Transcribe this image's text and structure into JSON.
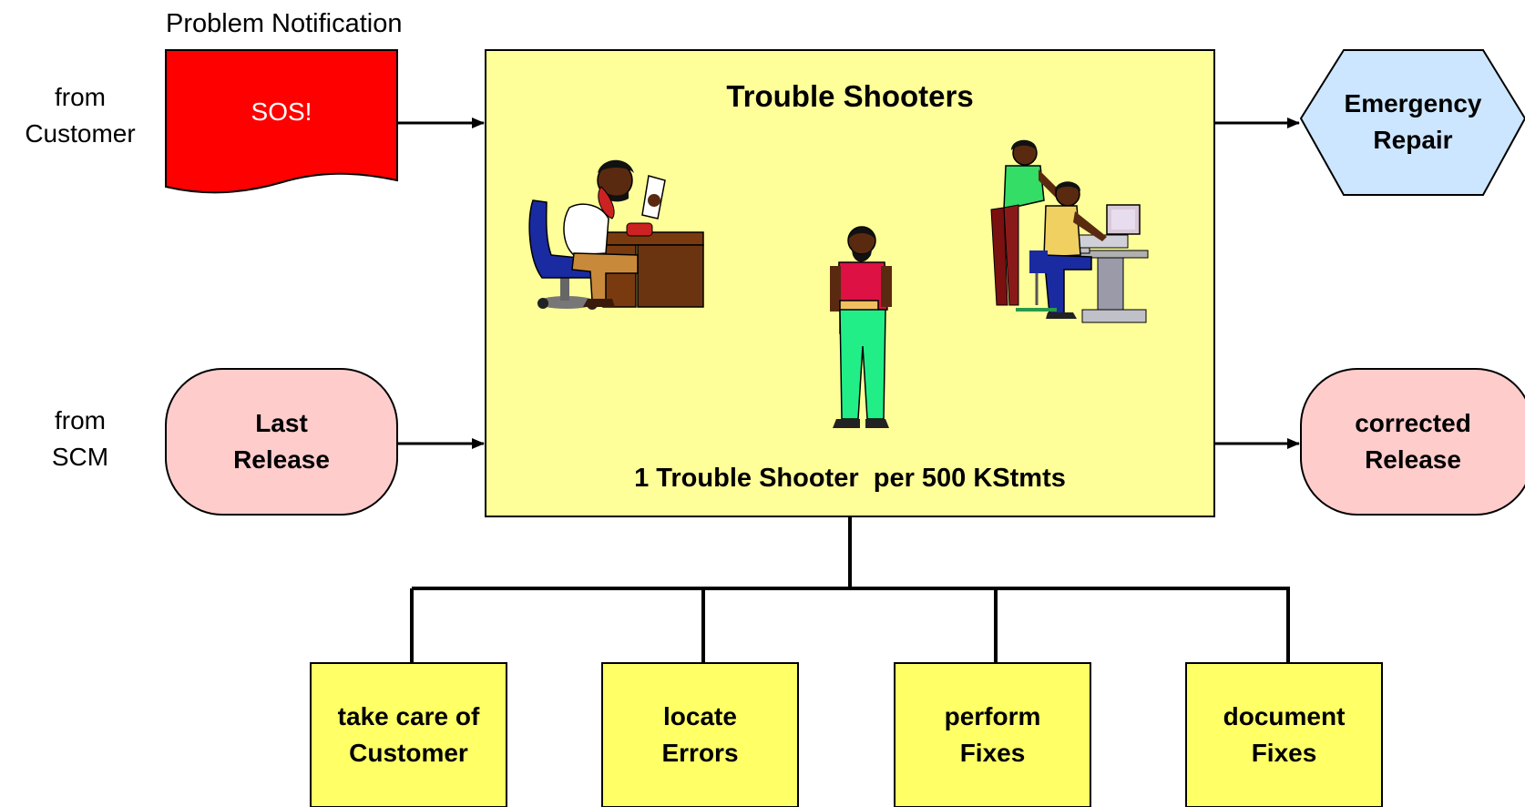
{
  "input_customer": {
    "from_line1": "from",
    "from_line2": "Customer",
    "doc_title": "Problem Notification",
    "doc_text": "SOS!"
  },
  "input_scm": {
    "from_line1": "from",
    "from_line2": "SCM",
    "line1": "Last",
    "line2": "Release"
  },
  "main_box": {
    "title": "Trouble Shooters",
    "footer": "1 Trouble Shooter  per 500 KStmts"
  },
  "output_emergency": {
    "line1": "Emergency",
    "line2": "Repair"
  },
  "output_release": {
    "line1": "corrected",
    "line2": "Release"
  },
  "tasks": [
    {
      "line1": "take care of",
      "line2": "Customer"
    },
    {
      "line1": "locate",
      "line2": "Errors"
    },
    {
      "line1": "perform",
      "line2": "Fixes"
    },
    {
      "line1": "document",
      "line2": "Fixes"
    }
  ],
  "colors": {
    "main_fill": "#ffff99",
    "sos_fill": "#ff0000",
    "hexagon_fill": "#cce6ff",
    "release_fill": "#ffcccc",
    "task_fill": "#ffff66"
  },
  "illustrations": [
    "person-on-phone-at-desk-icon",
    "standing-person-with-folder-icon",
    "two-people-at-computer-icon"
  ]
}
